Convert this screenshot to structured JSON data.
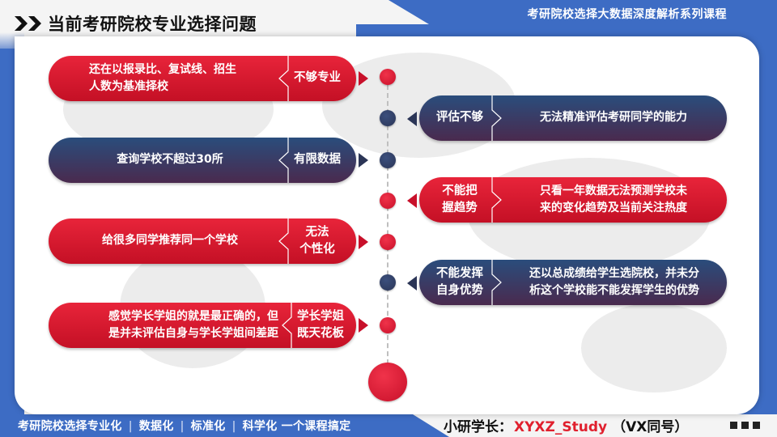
{
  "header": {
    "title": "当前考研院校专业选择问题",
    "series_title": "考研院校选择大数据深度解析系列课程",
    "title_icon": "double-chevron-right-icon"
  },
  "timeline": {
    "left_items": [
      {
        "color": "red",
        "text_lines": [
          "还在以报录比、复试线、招生",
          "人数为基准择校"
        ],
        "tag_lines": [
          "不够专业"
        ]
      },
      {
        "color": "navy",
        "text_lines": [
          "查询学校不超过30所"
        ],
        "tag_lines": [
          "有限数据"
        ]
      },
      {
        "color": "red",
        "text_lines": [
          "给很多同学推荐同一个学校"
        ],
        "tag_lines": [
          "无法",
          "个性化"
        ]
      },
      {
        "color": "red",
        "text_lines": [
          "感觉学长学姐的就是最正确的，但",
          "是并未评估自身与学长学姐间差距"
        ],
        "tag_lines": [
          "学长学姐",
          "既天花板"
        ]
      }
    ],
    "right_items": [
      {
        "color": "navy",
        "tag_lines": [
          "评估不够"
        ],
        "text_lines": [
          "无法精准评估考研同学的能力"
        ]
      },
      {
        "color": "red",
        "tag_lines": [
          "不能把",
          "握趋势"
        ],
        "text_lines": [
          "只看一年数据无法预测学校未",
          "来的变化趋势及当前关注热度"
        ]
      },
      {
        "color": "navy",
        "tag_lines": [
          "不能发挥",
          "自身优势"
        ],
        "text_lines": [
          "还以总成绩给学生选院校，并未分",
          "析这个学校能不能发挥学生的优势"
        ]
      }
    ]
  },
  "footer": {
    "slogan_parts": [
      "考研院校选择专业化",
      "数据化",
      "标准化",
      "科学化  一个课程搞定"
    ],
    "separator": "|",
    "author_label": "小研学长：",
    "author_handle": "XYXZ_Study",
    "author_note": "（VX同号）",
    "more_icon": "three-squares-icon"
  },
  "colors": {
    "frame_blue": "#3d6cc4",
    "card_red": "#d81a30",
    "card_navy_top": "#2a4d7c",
    "card_navy_bottom": "#4a2a4e",
    "handle_red": "#e0202e"
  }
}
